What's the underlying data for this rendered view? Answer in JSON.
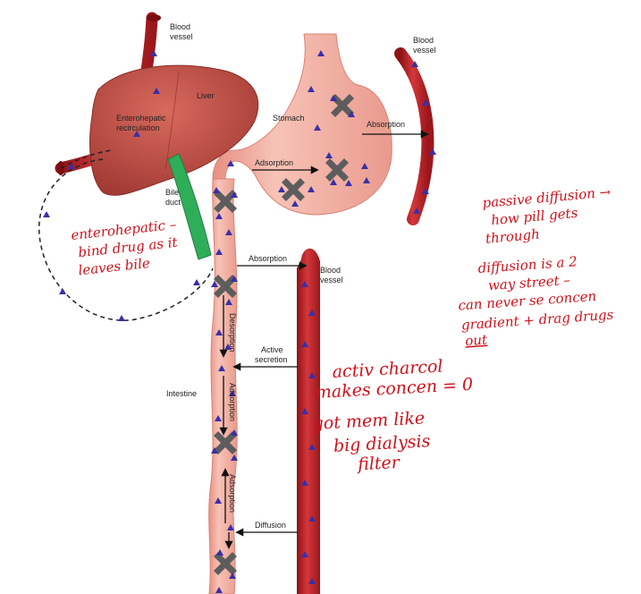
{
  "labels": {
    "blood_vessel_top": [
      "Blood",
      "vessel"
    ],
    "blood_vessel_right": [
      "Blood",
      "vessel"
    ],
    "blood_vessel_mid": [
      "Blood",
      "vessel"
    ],
    "liver": "Liver",
    "enterohepatic": [
      "Enterohepatic",
      "recirculation"
    ],
    "stomach": "Stomach",
    "absorption_stomach": "Absorption",
    "adsorption_stomach": "Adsorption",
    "bile_duct": [
      "Bile",
      "duct"
    ],
    "absorption_intestine": "Absorption",
    "desorption": "Desorption",
    "active_secretion": [
      "Active",
      "secretion"
    ],
    "intestine": "Intestine",
    "adsorption_vertical_1": "Adsorption",
    "adsorption_vertical_2": "Adsorption",
    "diffusion": "Diffusion"
  },
  "annotations": {
    "enterohepatic_note": [
      "enterohepatic –",
      "bind drug as it",
      "leaves bile"
    ],
    "passive_note": [
      "passive diffusion →",
      "how pill gets",
      "through"
    ],
    "diffusion_note": [
      "diffusion is a 2",
      "way street –",
      "can never se concen",
      "gradient + drag drugs",
      "out"
    ],
    "charcoal_note": [
      "activ charcol",
      "makes concen = 0"
    ],
    "dialysis_note": [
      "got mem like",
      "big dialysis",
      "filter"
    ]
  },
  "colors": {
    "gi_tract": "#f2b3a6",
    "blood_vessel": "#c8282c",
    "liver": "#c8524a",
    "bile_duct": "#2fae5a",
    "drug_marker": "#3a2fa8",
    "adsorbent": "#5d5d5d",
    "handwriting": "#d0101a"
  }
}
